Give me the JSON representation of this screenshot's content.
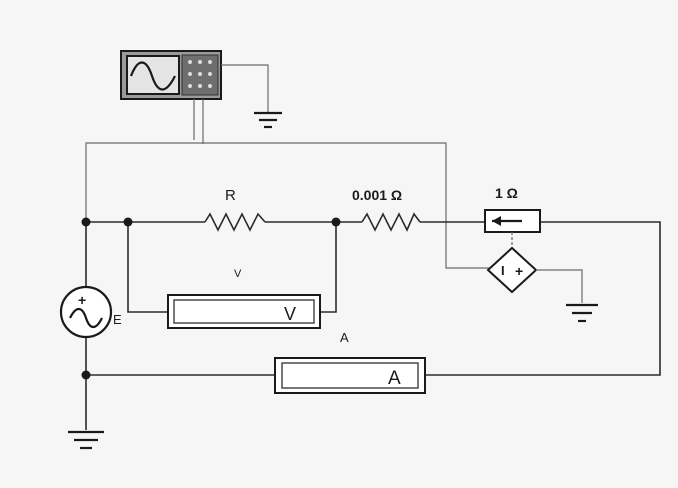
{
  "components": {
    "resistor_r_label": "R",
    "shunt_label": "0.001 Ω",
    "one_ohm_label": "1 Ω",
    "source_label": "E",
    "source_plus": "+",
    "voltmeter_unit": "V",
    "voltmeter_name": "V",
    "ammeter_unit": "A",
    "ammeter_name": "A",
    "controlled_source_glyph": "I",
    "controlled_source_plus": "+"
  },
  "colors": {
    "background": "#f6f6f6",
    "wire": "#2b2b2b",
    "oscilloscope_screen": "#b9b9b9",
    "oscilloscope_panel": "#8a8a8a"
  },
  "icons": {
    "oscilloscope": "oscilloscope-icon",
    "ac_source": "ac-source-icon",
    "ground": "ground-icon",
    "controlled_source": "controlled-current-source-icon"
  }
}
